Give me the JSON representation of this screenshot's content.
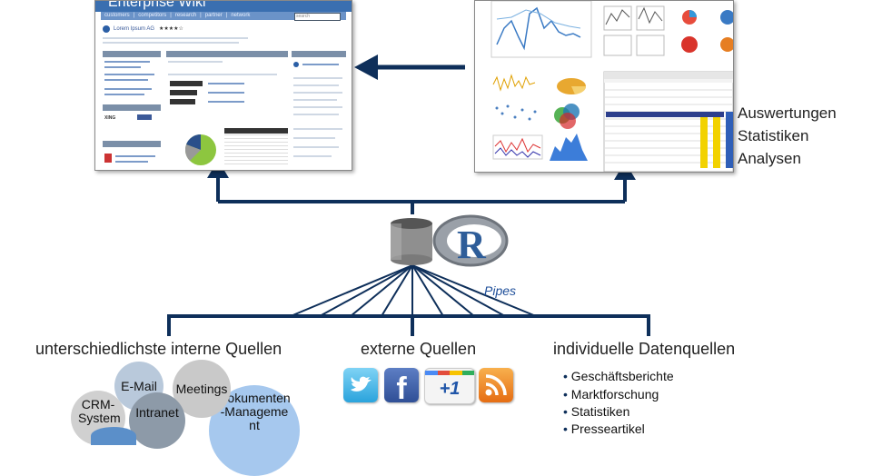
{
  "wiki": {
    "title": "Enterprise Wiki",
    "nav": [
      "customers",
      "competitors",
      "research",
      "partner",
      "network"
    ],
    "search_placeholder": "search",
    "company": "Lorem Ipsum AG",
    "rating": "★★★★☆"
  },
  "right_labels": [
    "Auswertungen",
    "Statistiken",
    "Analysen"
  ],
  "center": {
    "pipes_label": "Pipes",
    "r_letter": "R"
  },
  "sections": {
    "internal": {
      "title": "unterschiedlichste interne Quellen",
      "bubbles": [
        "E-Mail",
        "Meetings",
        "CRM-System",
        "Intranet",
        "Dokumenten-Management"
      ]
    },
    "external": {
      "title": "externe Quellen",
      "icons": [
        "twitter-icon",
        "facebook-icon",
        "google-plus-one-icon",
        "rss-icon"
      ],
      "gplus_label": "+1"
    },
    "individual": {
      "title": "individuelle Datenquellen",
      "items": [
        "Geschäftsberichte",
        "Marktforschung",
        "Statistiken",
        "Presseartikel"
      ]
    }
  },
  "colors": {
    "line": "#0e2f5a",
    "arrow": "#0e2f5a",
    "wiki_header": "#3a6fb0"
  }
}
